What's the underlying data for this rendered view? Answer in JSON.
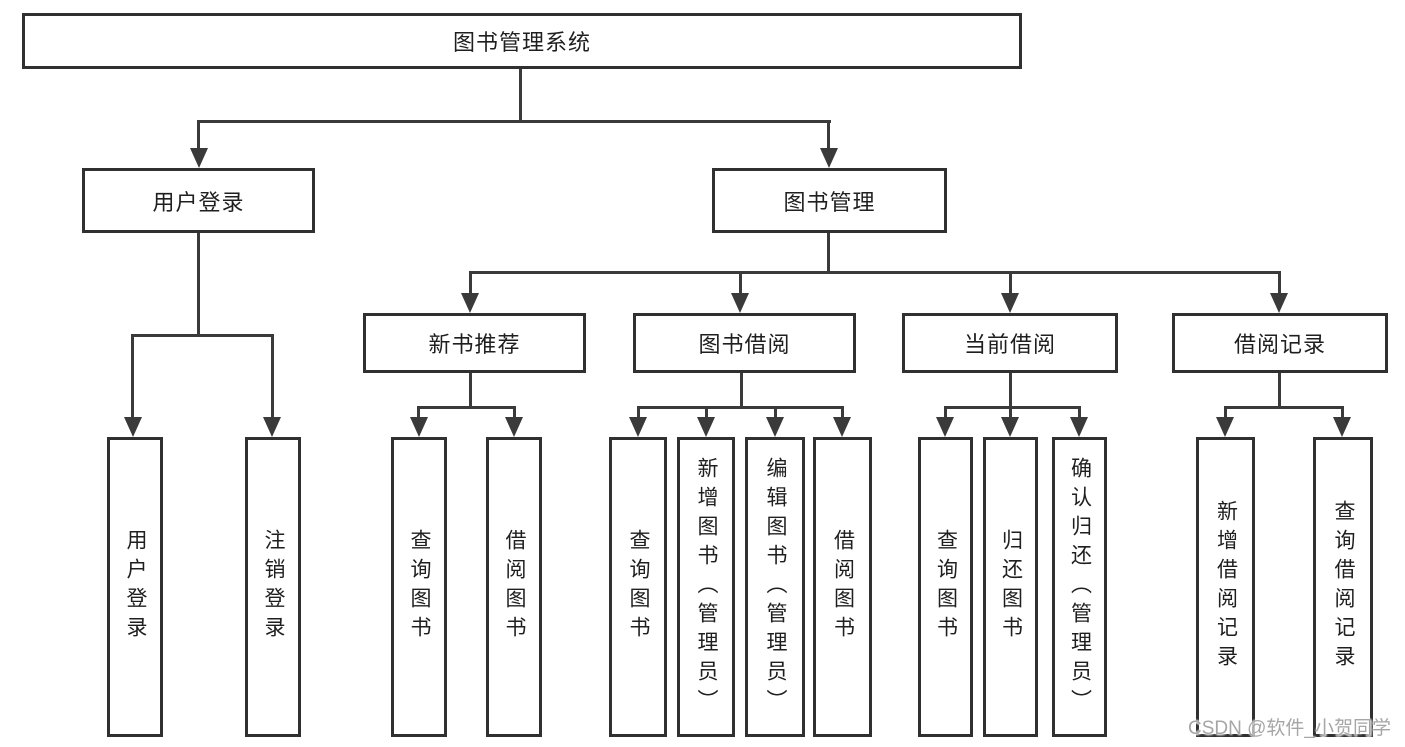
{
  "colors": {
    "line": "#3a3a3a",
    "box_border": "#303030",
    "text": "#1f1f1f",
    "watermark_text": "#a6a6a6",
    "background": "#ffffff"
  },
  "tree": {
    "root": {
      "label": "图书管理系统"
    },
    "branches": [
      {
        "label": "用户登录",
        "children": [
          {
            "label": "用户登录"
          },
          {
            "label": "注销登录"
          }
        ]
      },
      {
        "label": "图书管理",
        "children": [
          {
            "label": "新书推荐",
            "children": [
              {
                "label": "查询图书"
              },
              {
                "label": "借阅图书"
              }
            ]
          },
          {
            "label": "图书借阅",
            "children": [
              {
                "label": "查询图书"
              },
              {
                "label": "新增图书（管理员）"
              },
              {
                "label": "编辑图书（管理员）"
              },
              {
                "label": "借阅图书"
              }
            ]
          },
          {
            "label": "当前借阅",
            "children": [
              {
                "label": "查询图书"
              },
              {
                "label": "归还图书"
              },
              {
                "label": "确认归还（管理员）"
              }
            ]
          },
          {
            "label": "借阅记录",
            "children": [
              {
                "label": "新增借阅记录"
              },
              {
                "label": "查询借阅记录"
              }
            ]
          }
        ]
      }
    ]
  },
  "watermark": "CSDN @软件_小贺同学"
}
